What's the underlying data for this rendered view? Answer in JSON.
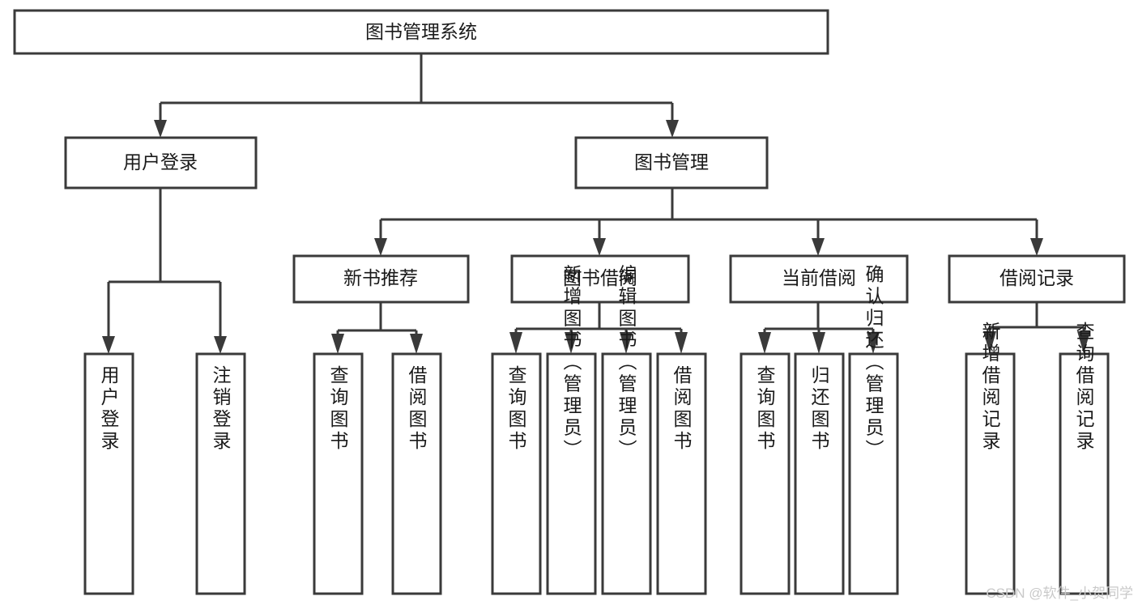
{
  "diagram": {
    "title": "图书管理系统",
    "type": "tree",
    "watermark": "CSDN @软件_小贺同学",
    "colors": {
      "stroke": "#3a3a3a",
      "fill": "#ffffff",
      "text": "#1a1a1a",
      "watermark": "#c9c9c9",
      "background": "#ffffff"
    },
    "levels": {
      "root": "图书管理系统",
      "level2": [
        "用户登录",
        "图书管理"
      ],
      "level3": [
        "新书推荐",
        "图书借阅",
        "当前借阅",
        "借阅记录"
      ]
    },
    "nodes": {
      "root": {
        "label": "图书管理系统",
        "orientation": "horizontal"
      },
      "user_login": {
        "label": "用户登录",
        "orientation": "horizontal"
      },
      "book_manage": {
        "label": "图书管理",
        "orientation": "horizontal"
      },
      "new_book_rec": {
        "label": "新书推荐",
        "orientation": "horizontal"
      },
      "book_borrow": {
        "label": "图书借阅",
        "orientation": "horizontal"
      },
      "current_borrow": {
        "label": "当前借阅",
        "orientation": "horizontal"
      },
      "borrow_record": {
        "label": "借阅记录",
        "orientation": "horizontal"
      },
      "leaf_user_login": {
        "label": "用户登录",
        "orientation": "vertical"
      },
      "leaf_logout": {
        "label": "注销登录",
        "orientation": "vertical"
      },
      "leaf_query_book_1": {
        "label": "查询图书",
        "orientation": "vertical"
      },
      "leaf_borrow_book_1": {
        "label": "借阅图书",
        "orientation": "vertical"
      },
      "leaf_query_book_2": {
        "label": "查询图书",
        "orientation": "vertical"
      },
      "leaf_add_book": {
        "label": "新增图书（管理员）",
        "orientation": "vertical"
      },
      "leaf_edit_book": {
        "label": "编辑图书（管理员）",
        "orientation": "vertical"
      },
      "leaf_borrow_book_2": {
        "label": "借阅图书",
        "orientation": "vertical"
      },
      "leaf_query_book_3": {
        "label": "查询图书",
        "orientation": "vertical"
      },
      "leaf_return_book": {
        "label": "归还图书",
        "orientation": "vertical"
      },
      "leaf_confirm_return": {
        "label": "确认归还（管理员）",
        "orientation": "vertical"
      },
      "leaf_add_record": {
        "label": "新增借阅记录",
        "orientation": "vertical"
      },
      "leaf_query_record": {
        "label": "查询借阅记录",
        "orientation": "vertical"
      }
    },
    "edges": [
      {
        "from": "图书管理系统",
        "to": "用户登录"
      },
      {
        "from": "图书管理系统",
        "to": "图书管理"
      },
      {
        "from": "用户登录",
        "to": "用户登录"
      },
      {
        "from": "用户登录",
        "to": "注销登录"
      },
      {
        "from": "图书管理",
        "to": "新书推荐"
      },
      {
        "from": "图书管理",
        "to": "图书借阅"
      },
      {
        "from": "图书管理",
        "to": "当前借阅"
      },
      {
        "from": "图书管理",
        "to": "借阅记录"
      },
      {
        "from": "新书推荐",
        "to": "查询图书"
      },
      {
        "from": "新书推荐",
        "to": "借阅图书"
      },
      {
        "from": "图书借阅",
        "to": "查询图书"
      },
      {
        "from": "图书借阅",
        "to": "新增图书（管理员）"
      },
      {
        "from": "图书借阅",
        "to": "编辑图书（管理员）"
      },
      {
        "from": "图书借阅",
        "to": "借阅图书"
      },
      {
        "from": "当前借阅",
        "to": "查询图书"
      },
      {
        "from": "当前借阅",
        "to": "归还图书"
      },
      {
        "from": "当前借阅",
        "to": "确认归还（管理员）"
      },
      {
        "from": "借阅记录",
        "to": "新增借阅记录"
      },
      {
        "from": "借阅记录",
        "to": "查询借阅记录"
      }
    ]
  }
}
